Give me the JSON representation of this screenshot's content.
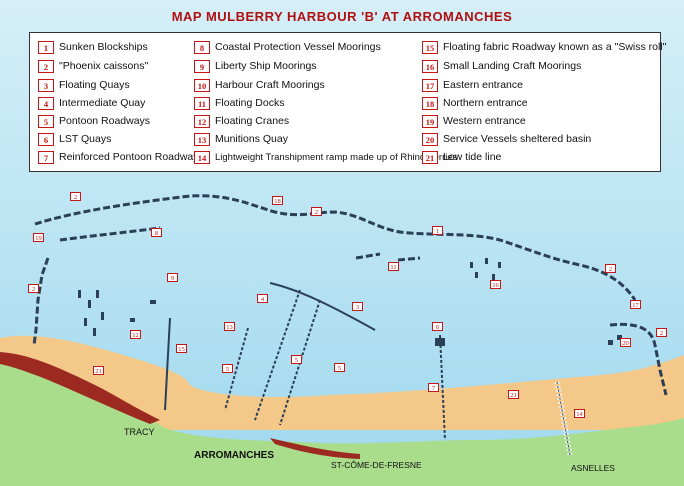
{
  "title": "MAP MULBERRY HARBOUR 'B' AT ARROMANCHES",
  "legend": [
    {
      "num": "1",
      "label": "Sunken Blockships"
    },
    {
      "num": "2",
      "label": "\"Phoenix caissons\""
    },
    {
      "num": "3",
      "label": "Floating Quays"
    },
    {
      "num": "4",
      "label": "Intermediate Quay"
    },
    {
      "num": "5",
      "label": "Pontoon Roadways"
    },
    {
      "num": "6",
      "label": "LST Quays"
    },
    {
      "num": "7",
      "label": "Reinforced Pontoon Roadways"
    },
    {
      "num": "8",
      "label": "Coastal Protection Vessel Moorings"
    },
    {
      "num": "9",
      "label": "Liberty Ship Moorings"
    },
    {
      "num": "10",
      "label": "Harbour Craft Moorings"
    },
    {
      "num": "11",
      "label": "Floating Docks"
    },
    {
      "num": "12",
      "label": "Floating Cranes"
    },
    {
      "num": "13",
      "label": "Munitions Quay"
    },
    {
      "num": "14",
      "label": "Lightweight Transhipment ramp made up of Rhino Ferries"
    },
    {
      "num": "15",
      "label": "Floating fabric Roadway known as a \"Swiss roll\""
    },
    {
      "num": "16",
      "label": "Small Landing Craft Moorings"
    },
    {
      "num": "17",
      "label": "Eastern entrance"
    },
    {
      "num": "18",
      "label": "Northern entrance"
    },
    {
      "num": "19",
      "label": "Western entrance"
    },
    {
      "num": "20",
      "label": "Service Vessels sheltered basin"
    },
    {
      "num": "21",
      "label": "Low tide line"
    }
  ],
  "map_markers": [
    "2",
    "18",
    "2",
    "1",
    "8",
    "19",
    "2",
    "11",
    "16",
    "2",
    "9",
    "17",
    "2",
    "4",
    "3",
    "12",
    "13",
    "15",
    "6",
    "20",
    "5",
    "5",
    "5",
    "21",
    "7",
    "21",
    "14"
  ],
  "places": [
    "TRACY",
    "ARROMANCHES",
    "ST-CÔME-DE-FRESNE",
    "ASNELLES"
  ],
  "colors": {
    "sky": "#bfe6f3",
    "sea": "#a8dcef",
    "sand": "#f3c889",
    "land": "#a8dc8a",
    "cliff": "#9c2a20",
    "structure": "#2b3f57",
    "badge_red": "#c41818",
    "title_red": "#b01010"
  }
}
